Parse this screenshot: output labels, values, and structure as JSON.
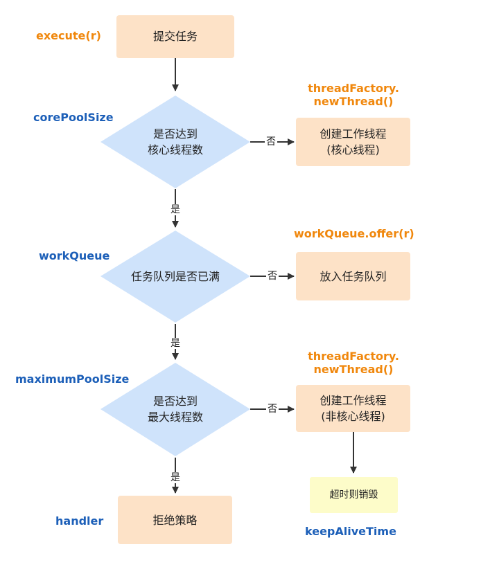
{
  "labels": {
    "execute": "execute(r)",
    "core_pool_size": "corePoolSize",
    "thread_factory_1_line1": "threadFactory.",
    "thread_factory_1_line2": "newThread()",
    "work_queue": "workQueue",
    "work_queue_offer": "workQueue.offer(r)",
    "maximum_pool_size": "maximumPoolSize",
    "thread_factory_2_line1": "threadFactory.",
    "thread_factory_2_line2": "newThread()",
    "handler": "handler",
    "keep_alive_time": "keepAliveTime"
  },
  "nodes": {
    "submit_task": "提交任务",
    "core_check_line1": "是否达到",
    "core_check_line2": "核心线程数",
    "create_core_line1": "创建工作线程",
    "create_core_line2": "(核心线程)",
    "queue_check": "任务队列是否已满",
    "put_queue": "放入任务队列",
    "max_check_line1": "是否达到",
    "max_check_line2": "最大线程数",
    "create_noncore_line1": "创建工作线程",
    "create_noncore_line2": "(非核心线程)",
    "reject": "拒绝策略",
    "timeout_destroy": "超时则销毁"
  },
  "edges": {
    "no_1": "否",
    "yes_1": "是",
    "no_2": "否",
    "yes_2": "是",
    "no_3": "否",
    "yes_3": "是"
  },
  "colors": {
    "process_fill": "#fde2c7",
    "decision_fill": "#cfe3fb",
    "note_fill": "#fdfcc9",
    "accent_orange": "#f0870c",
    "accent_blue": "#1c5fb8",
    "arrow": "#333333"
  }
}
